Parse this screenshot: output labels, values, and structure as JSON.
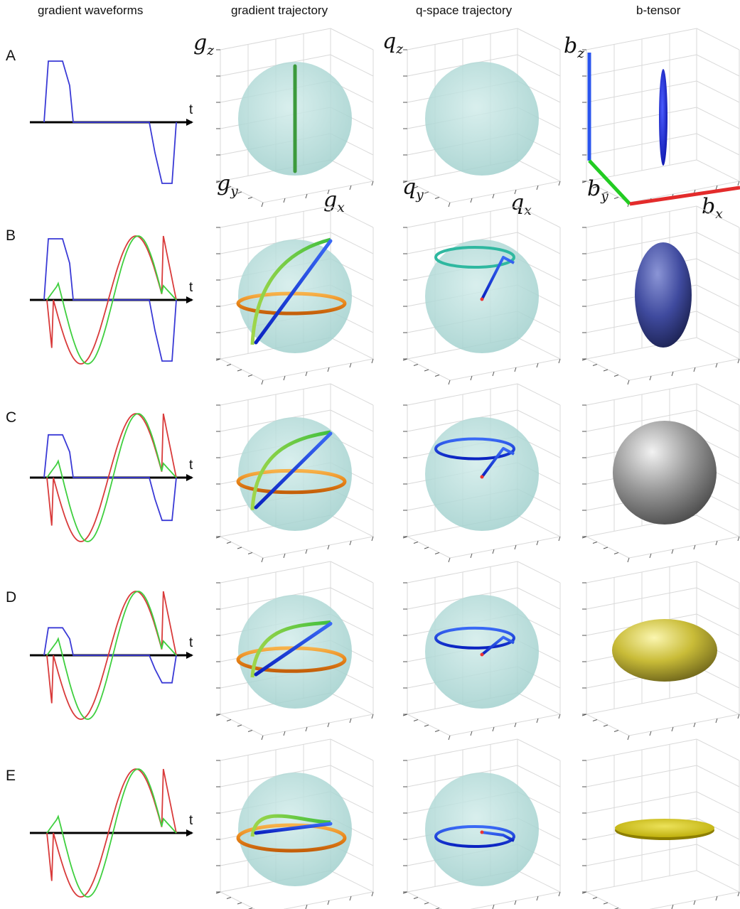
{
  "columns": {
    "waveforms": "gradient waveforms",
    "gradient": "gradient trajectory",
    "qspace": "q-space trajectory",
    "btensor": "b-tensor"
  },
  "time_label": "t",
  "axis_labels": {
    "g": {
      "base": "g",
      "x": "x",
      "y": "y",
      "z": "z"
    },
    "q": {
      "base": "q",
      "x": "x",
      "y": "y",
      "z": "z"
    },
    "b": {
      "base": "b",
      "x": "x",
      "y": "y",
      "z": "z"
    }
  },
  "colors": {
    "wave_x": "#d93b3b",
    "wave_y": "#3fcf3f",
    "wave_z": "#3a3ad6",
    "sphere": "#a9d6d4",
    "grid": "#d9d9d9",
    "bx_axis": "#e32b2b",
    "by_axis": "#22cc22",
    "bz_axis": "#2a55ee"
  },
  "rows": [
    {
      "label": "A",
      "xy_amp": 0.0,
      "z_amp": 1.0,
      "tensor": "stick",
      "tensor_color": "#1f1fcc"
    },
    {
      "label": "B",
      "xy_amp": 1.0,
      "z_amp": 1.0,
      "tensor": "prolate",
      "tensor_color": "#3a4a9a"
    },
    {
      "label": "C",
      "xy_amp": 1.0,
      "z_amp": 0.7,
      "tensor": "sphere",
      "tensor_color": "#8c8c8c"
    },
    {
      "label": "D",
      "xy_amp": 1.0,
      "z_amp": 0.45,
      "tensor": "oblate",
      "tensor_color": "#c8bb2a"
    },
    {
      "label": "E",
      "xy_amp": 1.0,
      "z_amp": 0.0,
      "tensor": "planar",
      "tensor_color": "#d4c400"
    }
  ]
}
